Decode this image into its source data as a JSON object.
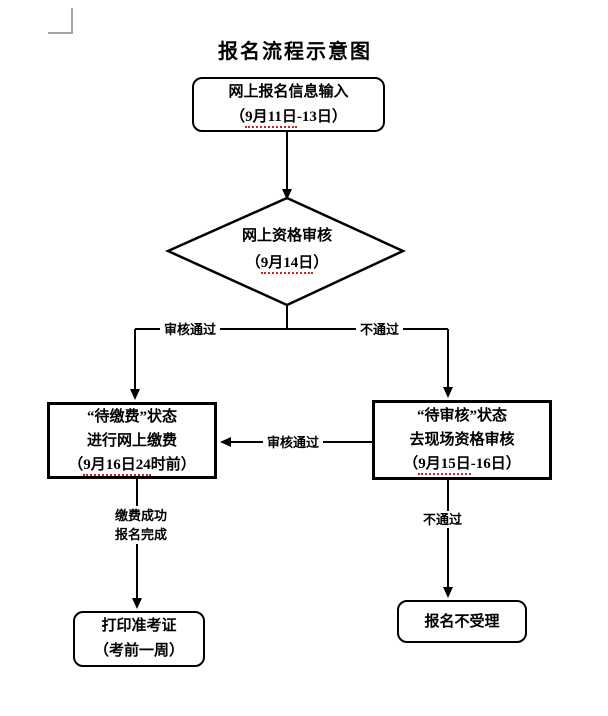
{
  "title": "报名流程示意图",
  "nodes": {
    "start": {
      "line1": "网上报名信息输入",
      "l2_open": "（",
      "l2_date": "9月11日",
      "l2_rest": "-13日）"
    },
    "decision": {
      "line1": "网上资格审核",
      "l2_open": "（",
      "l2_date": "9月14日",
      "l2_rest": "）"
    },
    "pay": {
      "line1": "“待缴费”状态",
      "line2": "进行网上缴费",
      "l3_open": "（",
      "l3_date": "9月16日24",
      "l3_rest": "时前）"
    },
    "onsite": {
      "line1": "“待审核”状态",
      "line2": "去现场资格审核",
      "l3_open": "（",
      "l3_date": "9月15日",
      "l3_rest": "-16日）"
    },
    "print": {
      "line1": "打印准考证",
      "line2": "（考前一周）"
    },
    "reject": {
      "line1": "报名不受理"
    }
  },
  "edges": {
    "pass_left": "审核通过",
    "fail_right": "不通过",
    "pass_mid": "审核通过",
    "pay_done_l1": "缴费成功",
    "pay_done_l2": "报名完成",
    "fail_down": "不通过"
  },
  "colors": {
    "line": "#000000",
    "spellcheck_underline": "#cc2222",
    "corner_mark": "#a6a6a6"
  }
}
